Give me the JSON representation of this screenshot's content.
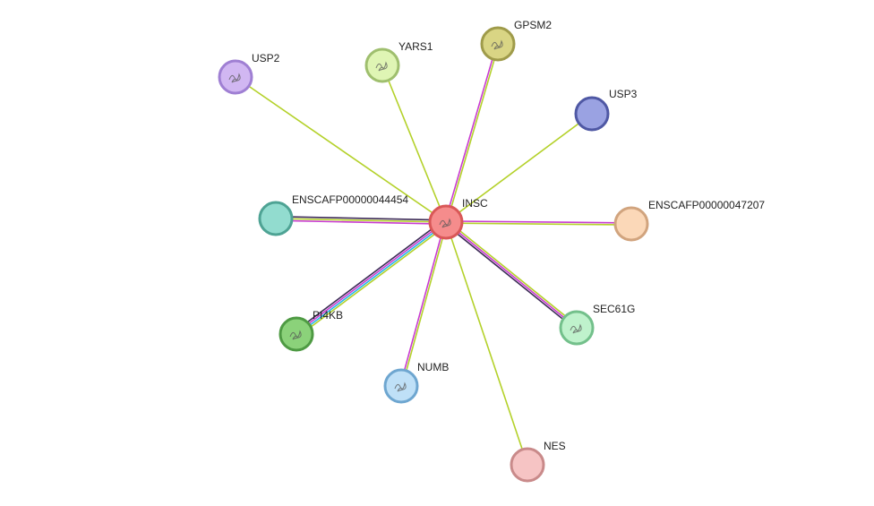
{
  "network": {
    "nodes": [
      {
        "id": "INSC",
        "label": "INSC",
        "fill": "#f58c8c",
        "stroke": "#d95757",
        "glyph": true
      },
      {
        "id": "USP2",
        "label": "USP2",
        "fill": "#d1b7f2",
        "stroke": "#9f7fd3",
        "glyph": true
      },
      {
        "id": "YARS1",
        "label": "YARS1",
        "fill": "#dff5b4",
        "stroke": "#9fbf6e",
        "glyph": true
      },
      {
        "id": "GPSM2",
        "label": "GPSM2",
        "fill": "#d9d584",
        "stroke": "#9f9b4a",
        "glyph": true
      },
      {
        "id": "USP3",
        "label": "USP3",
        "fill": "#9aa2e2",
        "stroke": "#4f58a4",
        "glyph": false
      },
      {
        "id": "ENSCAFP00000044454",
        "label": "ENSCAFP00000044454",
        "fill": "#92dccf",
        "stroke": "#4ea394",
        "glyph": false
      },
      {
        "id": "ENSCAFP00000047207",
        "label": "ENSCAFP00000047207",
        "fill": "#fbd8b8",
        "stroke": "#d1a47e",
        "glyph": false
      },
      {
        "id": "PI4KB",
        "label": "PI4KB",
        "fill": "#8bd27a",
        "stroke": "#4e9a43",
        "glyph": true
      },
      {
        "id": "SEC61G",
        "label": "SEC61G",
        "fill": "#bff2cc",
        "stroke": "#73c08b",
        "glyph": true
      },
      {
        "id": "NUMB",
        "label": "NUMB",
        "fill": "#bfe0f7",
        "stroke": "#6ea6d0",
        "glyph": true
      },
      {
        "id": "NES",
        "label": "NES",
        "fill": "#f6c4c4",
        "stroke": "#c98a8a",
        "glyph": false
      }
    ],
    "edges": [
      {
        "source": "INSC",
        "target": "USP2",
        "colors": [
          "#b4d12a"
        ]
      },
      {
        "source": "INSC",
        "target": "YARS1",
        "colors": [
          "#b4d12a"
        ]
      },
      {
        "source": "INSC",
        "target": "GPSM2",
        "colors": [
          "#c83bd0",
          "#b4d12a"
        ]
      },
      {
        "source": "INSC",
        "target": "USP3",
        "colors": [
          "#b4d12a"
        ]
      },
      {
        "source": "INSC",
        "target": "ENSCAFP00000044454",
        "colors": [
          "#c83bd0",
          "#b4d12a",
          "#3d2b57"
        ]
      },
      {
        "source": "INSC",
        "target": "ENSCAFP00000047207",
        "colors": [
          "#c83bd0",
          "#b4d12a"
        ]
      },
      {
        "source": "INSC",
        "target": "PI4KB",
        "colors": [
          "#b4d12a",
          "#25b6e8",
          "#c83bd0",
          "#3d2b57"
        ]
      },
      {
        "source": "INSC",
        "target": "SEC61G",
        "colors": [
          "#b4d12a",
          "#c83bd0",
          "#3d2b57"
        ]
      },
      {
        "source": "INSC",
        "target": "NUMB",
        "colors": [
          "#b4d12a",
          "#c83bd0"
        ]
      },
      {
        "source": "INSC",
        "target": "NES",
        "colors": [
          "#b4d12a"
        ]
      }
    ]
  }
}
